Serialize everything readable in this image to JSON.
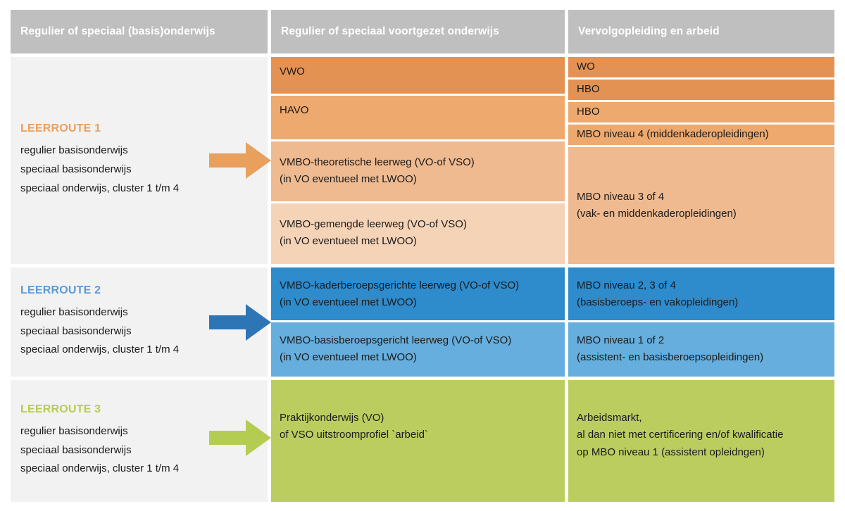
{
  "header": {
    "columns": [
      {
        "label": "Regulier of speciaal (basis)onderwijs"
      },
      {
        "label": "Regulier of speciaal voortgezet onderwijs"
      },
      {
        "label": "Vervolgopleiding en arbeid"
      }
    ],
    "background": "#BFBFBF",
    "text_color": "#FFFFFF"
  },
  "routes": [
    {
      "id": "leerroute-1",
      "title": "LEERROUTE 1",
      "title_color": "#E8A05C",
      "arrow_color": "#E8A05C",
      "panel_background": "#F2F2F2",
      "lines": [
        "regulier basisonderwijs",
        "speciaal basisonderwijs",
        "speciaal onderwijs, cluster 1 t/m 4"
      ],
      "secondary": [
        {
          "lines": [
            "VWO"
          ],
          "color": "#E49253"
        },
        {
          "lines": [
            "HAVO"
          ],
          "color": "#EDA96E"
        },
        {
          "lines": [
            "VMBO-theoretische leerweg (VO-of VSO)",
            "(in VO eventueel met LWOO)"
          ],
          "color": "#EFBA90"
        },
        {
          "lines": [
            "VMBO-gemengde leerweg (VO-of VSO)",
            "(in VO eventueel met LWOO)"
          ],
          "color": "#F5D3B6"
        }
      ],
      "tertiary": [
        {
          "lines": [
            "WO"
          ],
          "color": "#E49253"
        },
        {
          "lines": [
            "HBO"
          ],
          "color": "#E49253"
        },
        {
          "lines": [
            "HBO"
          ],
          "color": "#EDA96E"
        },
        {
          "lines": [
            "MBO niveau 4 (middenkaderopleidingen)"
          ],
          "color": "#EDA96E"
        },
        {
          "lines": [
            "MBO niveau 3 of 4",
            "(vak- en middenkaderopleidingen)"
          ],
          "color": "#EFBA90"
        }
      ]
    },
    {
      "id": "leerroute-2",
      "title": "LEERROUTE 2",
      "title_color": "#5B9BD5",
      "arrow_color": "#2E75B6",
      "panel_background": "#F2F2F2",
      "lines": [
        "regulier basisonderwijs",
        "speciaal basisonderwijs",
        "speciaal onderwijs, cluster 1 t/m 4"
      ],
      "secondary": [
        {
          "lines": [
            "VMBO-kaderberoepsgerichte leerweg (VO-of VSO)",
            "(in VO eventueel met LWOO)"
          ],
          "color": "#2E8BCC"
        },
        {
          "lines": [
            "VMBO-basisberoepsgericht leerweg (VO-of VSO)",
            "(in VO eventueel met LWOO)"
          ],
          "color": "#66AEDD"
        }
      ],
      "tertiary": [
        {
          "lines": [
            "MBO niveau 2, 3 of 4",
            "(basisberoeps- en vakopleidingen)"
          ],
          "color": "#2E8BCC"
        },
        {
          "lines": [
            "MBO niveau 1 of 2",
            "(assistent- en basisberoepsopleidingen)"
          ],
          "color": "#66AEDD"
        }
      ]
    },
    {
      "id": "leerroute-3",
      "title": "LEERROUTE 3",
      "title_color": "#B5CC52",
      "arrow_color": "#B5CC52",
      "panel_background": "#F2F2F2",
      "lines": [
        "regulier basisonderwijs",
        "speciaal basisonderwijs",
        "speciaal onderwijs, cluster 1 t/m 4"
      ],
      "secondary": [
        {
          "lines": [
            "Praktijkonderwijs (VO)",
            "of VSO uitstroomprofiel `arbeid`"
          ],
          "color": "#BCCD5F"
        }
      ],
      "tertiary": [
        {
          "lines": [
            "Arbeidsmarkt,",
            "al dan niet met certificering en/of kwalificatie",
            "op MBO niveau 1 (assistent opleidngen)"
          ],
          "color": "#BCCD5F"
        }
      ]
    }
  ],
  "icons": {
    "arrow": "right-arrow-icon"
  }
}
